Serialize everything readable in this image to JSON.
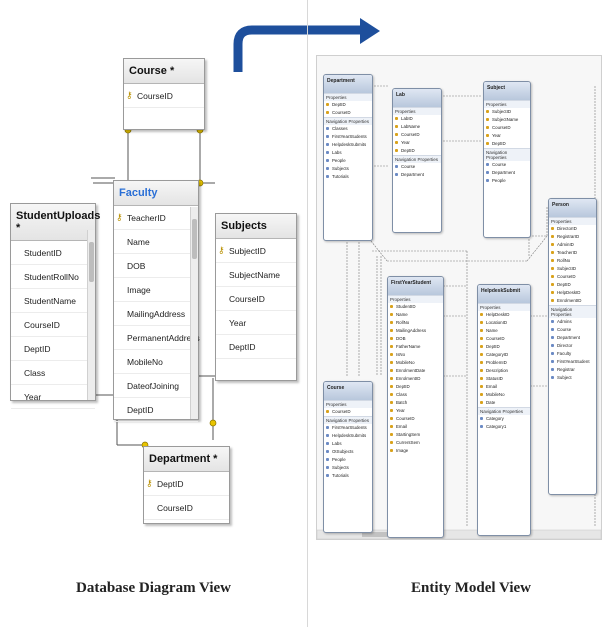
{
  "captions": {
    "left": "Database Diagram View",
    "right": "Entity Model View"
  },
  "db_tables": {
    "course": {
      "title": "Course *",
      "columns": [
        "CourseID"
      ]
    },
    "student_uploads": {
      "title": "StudentUploads *",
      "columns": [
        "StudentID",
        "StudentRollNo",
        "StudentName",
        "CourseID",
        "DeptID",
        "Class",
        "Year"
      ]
    },
    "faculty": {
      "title": "Faculty",
      "columns": [
        "TeacherID",
        "Name",
        "DOB",
        "Image",
        "MailingAddress",
        "PermanentAddress",
        "MobileNo",
        "DateofJoining",
        "DeptID"
      ]
    },
    "subjects": {
      "title": "Subjects",
      "columns": [
        "SubjectID",
        "SubjectName",
        "CourseID",
        "Year",
        "DeptID"
      ]
    },
    "department": {
      "title": "Department *",
      "columns": [
        "DeptID",
        "CourseID"
      ]
    }
  },
  "entities": {
    "department": {
      "title": "Department",
      "props": [
        "DeptID",
        "CourseID"
      ],
      "nav": [
        "Classes",
        "FirstYearStudents",
        "HelpdeskSubmits",
        "Labs",
        "People",
        "Subjects",
        "Tutorials"
      ]
    },
    "lab": {
      "title": "Lab",
      "props": [
        "LabID",
        "LabName",
        "CourseID",
        "Year",
        "DeptID"
      ],
      "nav": [
        "Course",
        "Department"
      ]
    },
    "subject": {
      "title": "Subject",
      "props": [
        "SubjectID",
        "SubjectName",
        "CourseID",
        "Year",
        "DeptID"
      ],
      "nav": [
        "Course",
        "Department",
        "People"
      ]
    },
    "person": {
      "title": "Person",
      "props": [
        "DirectorID",
        "RegistrarID",
        "AdminID",
        "TeacherID",
        "RollNo",
        "SubjectID",
        "CourseID",
        "DeptID",
        "HelpDeskID",
        "EnrolmentID"
      ],
      "nav": [
        "Admins",
        "Course",
        "Department",
        "Director",
        "Faculty",
        "FirstYearStudent",
        "Registrar",
        "Subject"
      ]
    },
    "first_year_student": {
      "title": "FirstYearStudent",
      "props": [
        "StudentID",
        "Name",
        "RollNo",
        "MailingAddress",
        "DOB",
        "FatherName",
        "IsNo",
        "MobileNo",
        "EnrolmentDate",
        "EnrolmentID",
        "DeptID",
        "Class",
        "Batch",
        "Year",
        "CourseID",
        "Email",
        "StartingSem",
        "CurrentSem",
        "Image"
      ]
    },
    "helpdesk_submit": {
      "title": "HelpdeskSubmit",
      "props": [
        "HelpDeskID",
        "LocationID",
        "Name",
        "CourseID",
        "DeptID",
        "CategoryID",
        "ProblemID",
        "Description",
        "StatusID",
        "Email",
        "MobileNo",
        "Date"
      ],
      "nav": [
        "Category",
        "Category1"
      ]
    },
    "course": {
      "title": "Course",
      "props": [
        "CourseID"
      ],
      "nav": [
        "FirstYearStudents",
        "HelpdeskSubmits",
        "Labs",
        "OtSubjects",
        "People",
        "Subjects",
        "Tutorials"
      ]
    }
  },
  "labels": {
    "properties": "Properties",
    "navigation_properties": "Navigation Properties"
  }
}
